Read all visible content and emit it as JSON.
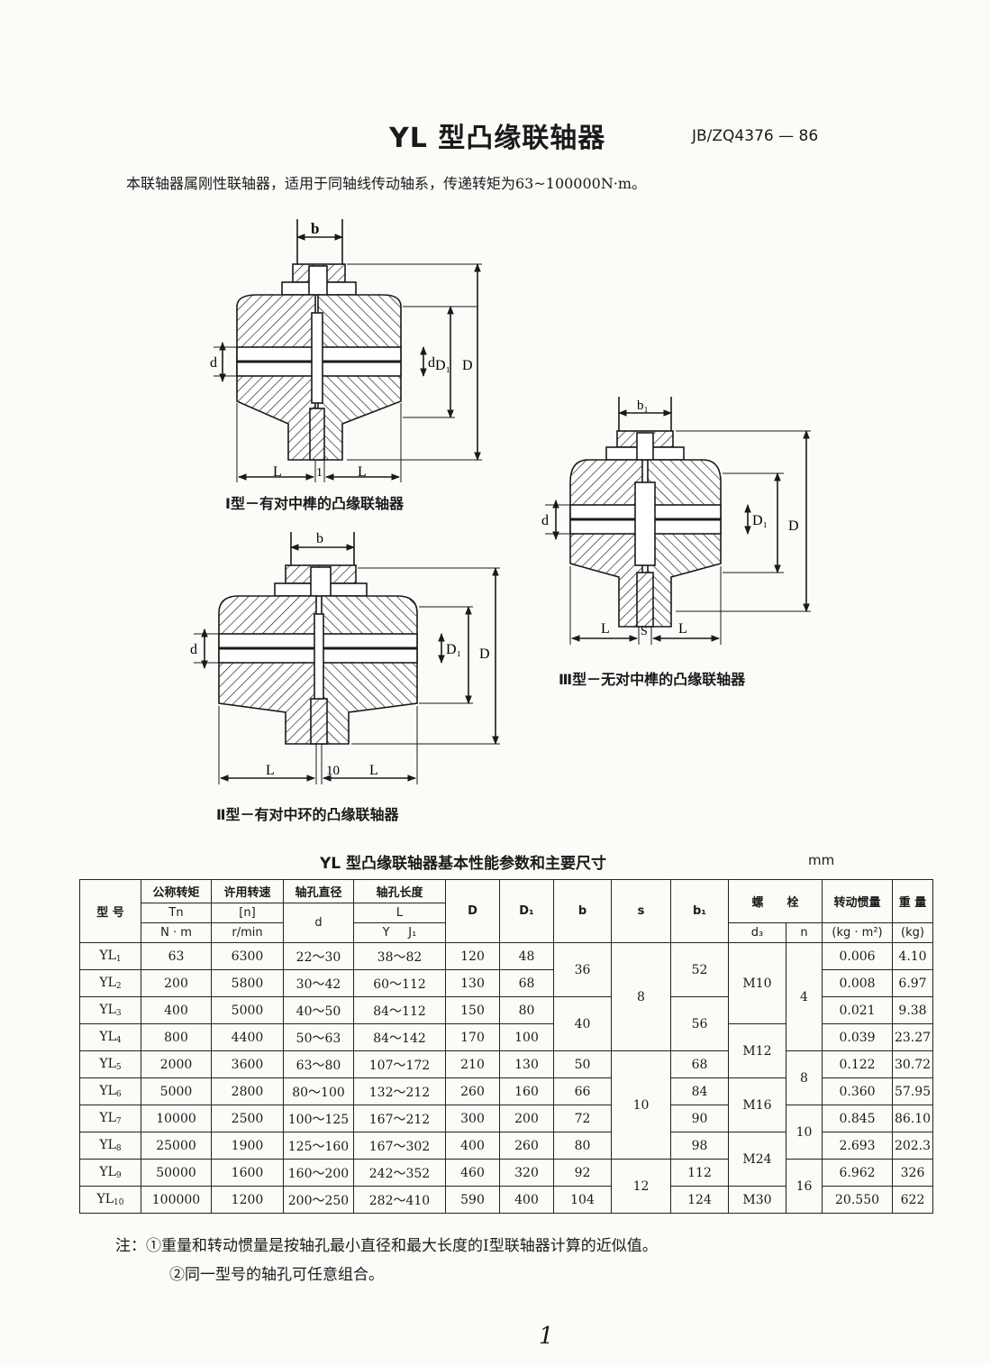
{
  "header": {
    "title": "YL 型凸缘联轴器",
    "standard_no": "JB/ZQ4376 — 86",
    "intro": "本联轴器属刚性联轴器，适用于同轴线传动轴系，传递转矩为63~100000N·m。"
  },
  "figures": {
    "type1_caption": "Ⅰ型－有对中榫的凸缘联轴器",
    "type2_caption": "Ⅱ型－有对中环的凸缘联轴器",
    "type3_caption": "Ⅲ型－无对中榫的凸缘联轴器",
    "labels": {
      "b": "b",
      "b1": "b₁",
      "d": "d",
      "D1": "D₁",
      "D": "D",
      "L": "L",
      "one": "1",
      "ten": "10",
      "s": "S"
    }
  },
  "table": {
    "title": "YL 型凸缘联轴器基本性能参数和主要尺寸",
    "unit": "mm",
    "headers": {
      "model": "型 号",
      "torque_name": "公称转矩",
      "torque_sym": "Tn",
      "torque_unit": "N · m",
      "speed_name": "许用转速",
      "speed_sym": "[n]",
      "speed_unit": "r/min",
      "bore_name": "轴孔直径",
      "bore_sym": "d",
      "len_name": "轴孔长度",
      "len_sym": "L",
      "len_y": "Y",
      "len_j": "J₁",
      "D": "D",
      "D1": "D₁",
      "b": "b",
      "s": "s",
      "b1": "b₁",
      "bolt_name": "螺　　栓",
      "bolt_d": "d₃",
      "bolt_n": "n",
      "inertia_name": "转动惯量",
      "inertia_unit": "(kg · m²)",
      "weight_name": "重 量",
      "weight_unit": "(kg)"
    },
    "rows": [
      {
        "model": "YL",
        "sub": "1",
        "torque": "63",
        "speed": "6300",
        "bore": "22～30",
        "len": "38～82",
        "D": "120",
        "D1": "48",
        "inertia": "0.006",
        "weight": "4.10"
      },
      {
        "model": "YL",
        "sub": "2",
        "torque": "200",
        "speed": "5800",
        "bore": "30～42",
        "len": "60～112",
        "D": "130",
        "D1": "68",
        "inertia": "0.008",
        "weight": "6.97"
      },
      {
        "model": "YL",
        "sub": "3",
        "torque": "400",
        "speed": "5000",
        "bore": "40～50",
        "len": "84～112",
        "D": "150",
        "D1": "80",
        "inertia": "0.021",
        "weight": "9.38"
      },
      {
        "model": "YL",
        "sub": "4",
        "torque": "800",
        "speed": "4400",
        "bore": "50～63",
        "len": "84～142",
        "D": "170",
        "D1": "100",
        "inertia": "0.039",
        "weight": "23.27"
      },
      {
        "model": "YL",
        "sub": "5",
        "torque": "2000",
        "speed": "3600",
        "bore": "63～80",
        "len": "107～172",
        "D": "210",
        "D1": "130",
        "inertia": "0.122",
        "weight": "30.72"
      },
      {
        "model": "YL",
        "sub": "6",
        "torque": "5000",
        "speed": "2800",
        "bore": "80～100",
        "len": "132～212",
        "D": "260",
        "D1": "160",
        "inertia": "0.360",
        "weight": "57.95"
      },
      {
        "model": "YL",
        "sub": "7",
        "torque": "10000",
        "speed": "2500",
        "bore": "100～125",
        "len": "167～212",
        "D": "300",
        "D1": "200",
        "inertia": "0.845",
        "weight": "86.10"
      },
      {
        "model": "YL",
        "sub": "8",
        "torque": "25000",
        "speed": "1900",
        "bore": "125～160",
        "len": "167～302",
        "D": "400",
        "D1": "260",
        "inertia": "2.693",
        "weight": "202.3"
      },
      {
        "model": "YL",
        "sub": "9",
        "torque": "50000",
        "speed": "1600",
        "bore": "160～200",
        "len": "242～352",
        "D": "460",
        "D1": "320",
        "inertia": "6.962",
        "weight": "326"
      },
      {
        "model": "YL",
        "sub": "10",
        "torque": "100000",
        "speed": "1200",
        "bore": "200～250",
        "len": "282～410",
        "D": "590",
        "D1": "400",
        "inertia": "20.550",
        "weight": "622"
      }
    ],
    "b_col": [
      "36",
      "40",
      "50",
      "66",
      "72",
      "80",
      "92",
      "104"
    ],
    "s_col": [
      "8",
      "10",
      "12"
    ],
    "b1_col": [
      "52",
      "56",
      "68",
      "84",
      "90",
      "98",
      "112",
      "124"
    ],
    "bolt_d_col": [
      "M10",
      "M12",
      "M16",
      "M24",
      "M30"
    ],
    "bolt_n_col": [
      "4",
      "8",
      "10",
      "16"
    ]
  },
  "notes": {
    "note1": "注：①重量和转动惯量是按轴孔最小直径和最大长度的Ⅰ型联轴器计算的近似值。",
    "note2": "②同一型号的轴孔可任意组合。"
  },
  "page_number": "1"
}
